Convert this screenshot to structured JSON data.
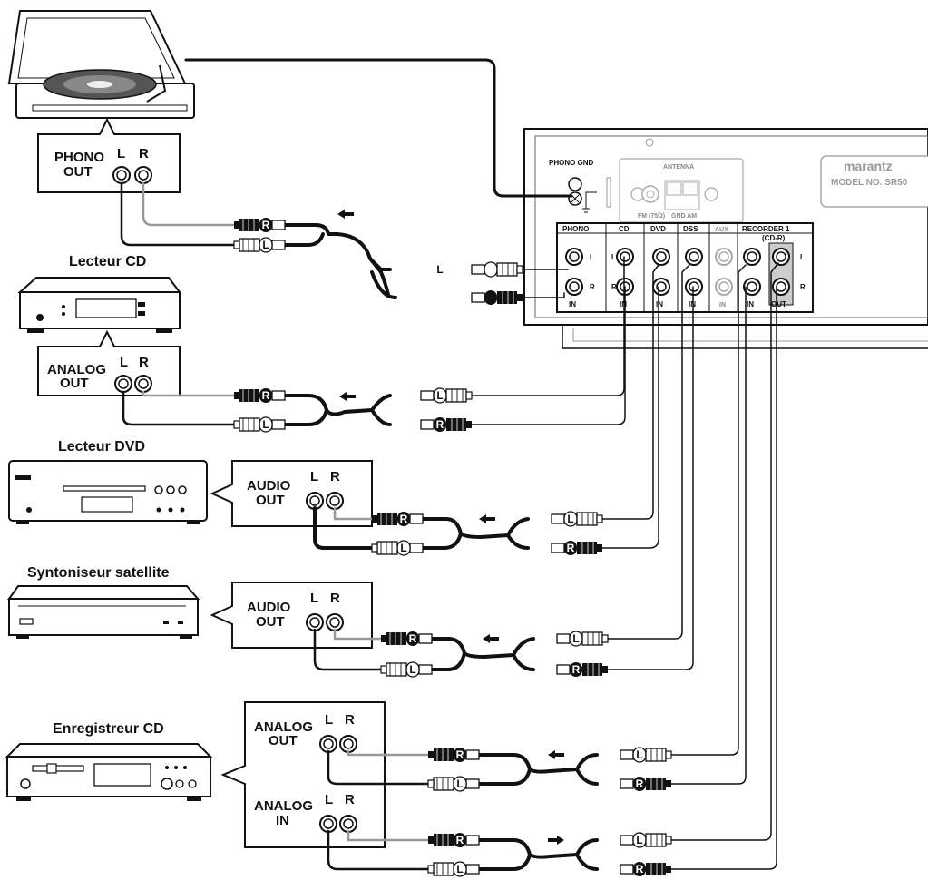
{
  "devices": {
    "turntable": {
      "jack_title": [
        "PHONO",
        "OUT"
      ]
    },
    "cd_player": {
      "name": "Lecteur CD",
      "jack_title": [
        "ANALOG",
        "OUT"
      ]
    },
    "dvd_player": {
      "name": "Lecteur DVD",
      "jack_title": [
        "AUDIO",
        "OUT"
      ]
    },
    "sat_tuner": {
      "name": "Syntoniseur satellite",
      "jack_title": [
        "AUDIO",
        "OUT"
      ]
    },
    "cd_recorder": {
      "name": "Enregistreur CD",
      "out_title": [
        "ANALOG",
        "OUT"
      ],
      "in_title": [
        "ANALOG",
        "IN"
      ]
    }
  },
  "channels": {
    "left": "L",
    "right": "R"
  },
  "receiver": {
    "brand": "marantz",
    "model": "MODEL NO. SR50",
    "phono_gnd": "PHONO GND",
    "antenna": "ANTENNA",
    "fm": "FM (75Ω)",
    "gnd_am": "GND  AM",
    "sections": [
      "PHONO",
      "CD",
      "DVD",
      "DSS",
      "AUX",
      "RECORDER 1"
    ],
    "recorder_sub": "(CD-R)",
    "in_label": "IN",
    "out_label": "OUT"
  }
}
